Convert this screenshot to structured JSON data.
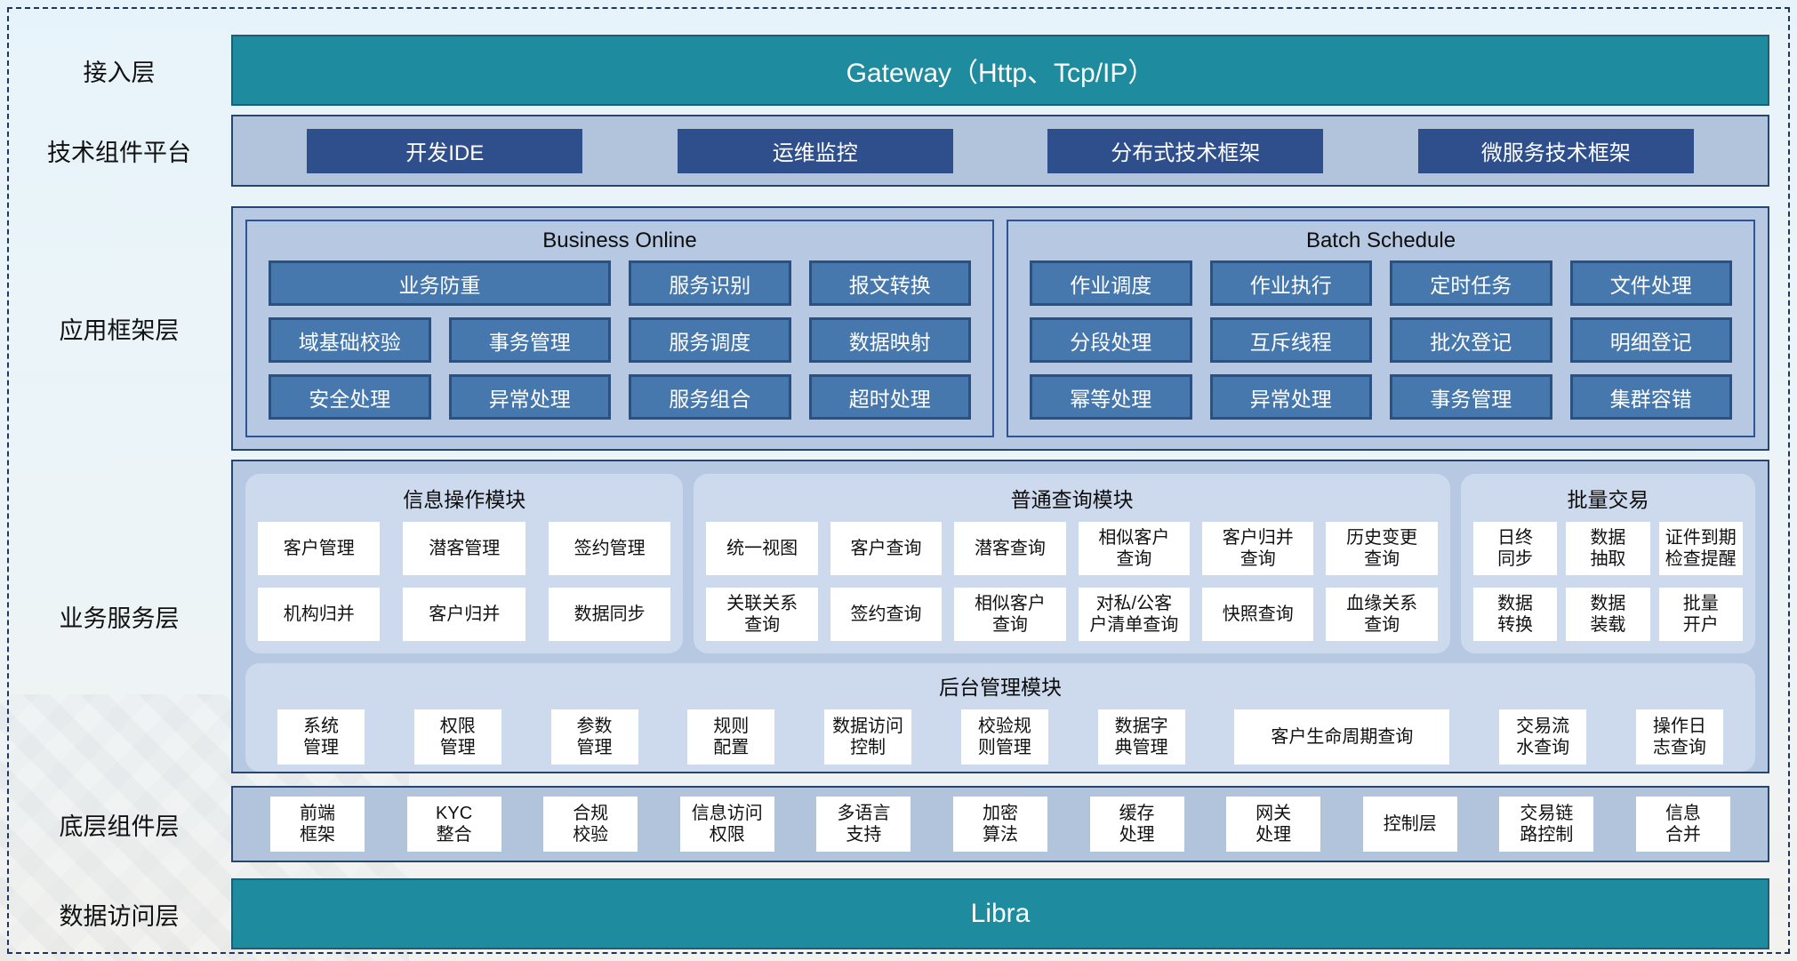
{
  "colors": {
    "teal": "#1e8b9e",
    "navy_chip": "#2e4e8c",
    "steel_chip": "#4678ad",
    "band_light": "#b2c4db",
    "band_periwinkle": "#b6c8e2",
    "module_bg": "#cdd9ec",
    "frame_dash": "#22355f"
  },
  "layers": {
    "access": "接入层",
    "tech_platform": "技术组件平台",
    "app_framework": "应用框架层",
    "business_service": "业务服务层",
    "base_components": "底层组件层",
    "data_access": "数据访问层"
  },
  "access_layer": {
    "gateway": "Gateway（Http、Tcp/IP）"
  },
  "tech_platform": {
    "items": [
      "开发IDE",
      "运维监控",
      "分布式技术框架",
      "微服务技术框架"
    ]
  },
  "app_framework": {
    "business_online": {
      "title": "Business Online",
      "rows": [
        [
          "业务防重",
          "服务识别",
          "报文转换"
        ],
        [
          "域基础校验",
          "事务管理",
          "服务调度",
          "数据映射"
        ],
        [
          "安全处理",
          "异常处理",
          "服务组合",
          "超时处理"
        ]
      ]
    },
    "batch_schedule": {
      "title": "Batch Schedule",
      "rows": [
        [
          "作业调度",
          "作业执行",
          "定时任务",
          "文件处理"
        ],
        [
          "分段处理",
          "互斥线程",
          "批次登记",
          "明细登记"
        ],
        [
          "幂等处理",
          "异常处理",
          "事务管理",
          "集群容错"
        ]
      ]
    }
  },
  "business_service": {
    "info_module": {
      "title": "信息操作模块",
      "items": [
        "客户管理",
        "潜客管理",
        "签约管理",
        "机构归并",
        "客户归并",
        "数据同步"
      ]
    },
    "query_module": {
      "title": "普通查询模块",
      "items": [
        "统一视图",
        "客户查询",
        "潜客查询",
        "相似客户\n查询",
        "客户归并\n查询",
        "历史变更\n查询",
        "关联关系\n查询",
        "签约查询",
        "相似客户\n查询",
        "对私/公客\n户清单查询",
        "快照查询",
        "血缘关系\n查询"
      ]
    },
    "batch_trade": {
      "title": "批量交易",
      "items": [
        "日终\n同步",
        "数据\n抽取",
        "证件到期\n检查提醒",
        "数据\n转换",
        "数据\n装载",
        "批量\n开户"
      ]
    },
    "admin_module": {
      "title": "后台管理模块",
      "items": [
        "系统\n管理",
        "权限\n管理",
        "参数\n管理",
        "规则\n配置",
        "数据访问\n控制",
        "校验规\n则管理",
        "数据字\n典管理",
        "客户生命周期查询",
        "交易流\n水查询",
        "操作日\n志查询"
      ]
    }
  },
  "base_components": {
    "items": [
      "前端\n框架",
      "KYC\n整合",
      "合规\n校验",
      "信息访问\n权限",
      "多语言\n支持",
      "加密\n算法",
      "缓存\n处理",
      "网关\n处理",
      "控制层",
      "交易链\n路控制",
      "信息\n合并"
    ]
  },
  "data_access": {
    "bar": "Libra"
  }
}
